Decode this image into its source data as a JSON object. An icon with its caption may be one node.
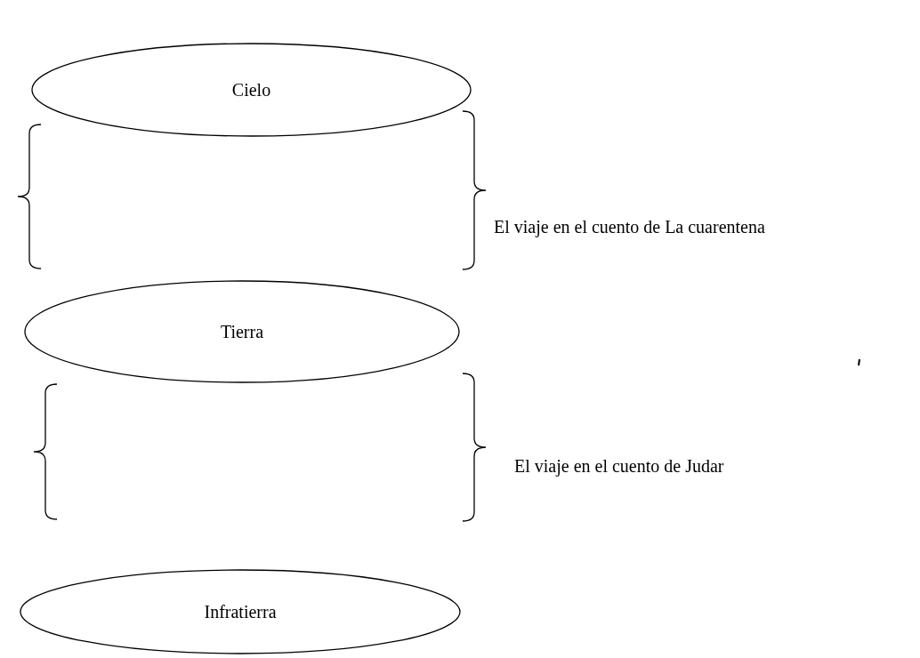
{
  "diagram": {
    "nodes": [
      {
        "text": [
          "Cielo"
        ]
      },
      {
        "text": [
          "Tierra"
        ]
      },
      {
        "text": [
          "Infratierra"
        ]
      }
    ],
    "labels": [
      "El viaje en el cuento de La cuarentena",
      "El viaje en el cuento de Judar"
    ]
  }
}
